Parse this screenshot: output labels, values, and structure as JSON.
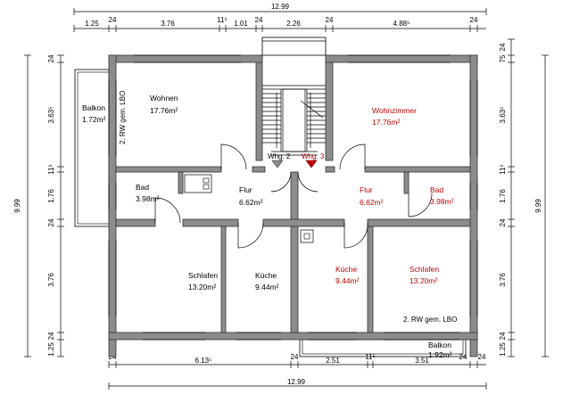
{
  "dimensions": {
    "top_total": "12.99",
    "bottom_total": "12.99",
    "top_segments": [
      "1.25",
      "24",
      "3.76",
      "11⁵",
      "1.01",
      "24",
      "2.26",
      "24",
      "4.88⁵",
      "24"
    ],
    "bottom_segments": [
      "24",
      "6.13⁵",
      "24",
      "2.51",
      "11⁵",
      "3.51",
      "24",
      "24"
    ],
    "left_total": "9.99",
    "right_total": "9.99",
    "left_segments": [
      "24",
      "3.63⁵",
      "11⁵",
      "1.76",
      "24",
      "3.76",
      "24",
      "1.25"
    ],
    "right_segments": [
      "24",
      "75",
      "3.63⁵",
      "11⁵",
      "1.76",
      "24",
      "3.76",
      "24",
      "1.25"
    ]
  },
  "rooms": {
    "balkon_left": {
      "name": "Balkon",
      "area": "1.72m²"
    },
    "wohnen": {
      "name": "Wohnen",
      "area": "17.76m²",
      "note": "2. RW gem. LBO"
    },
    "wohnzimmer": {
      "name": "Wohnzimmer",
      "area": "17.76m²"
    },
    "bad_left": {
      "name": "Bad",
      "area": "3.98m²"
    },
    "flur_left": {
      "name": "Flur",
      "area": "6.62m²"
    },
    "flur_right": {
      "name": "Flur",
      "area": "6,62m²"
    },
    "bad_right": {
      "name": "Bad",
      "area": "3.98m²"
    },
    "schlafen_left": {
      "name": "Schlafen",
      "area": "13.20m²"
    },
    "kueche_left": {
      "name": "Küche",
      "area": "9.44m²"
    },
    "kueche_right": {
      "name": "Küche",
      "area": "9.44m²"
    },
    "schlafen_right": {
      "name": "Schlafen",
      "area": "13.20m²",
      "note": "2. RW gem. LBO"
    },
    "balkon_bottom": {
      "name": "Balkon",
      "area": "1.92m²"
    }
  },
  "markers": {
    "whg2": "Whg. 2",
    "whg3": "Whg. 3"
  },
  "colors": {
    "wall": "#8c8c8c",
    "accent_red": "#c00000",
    "ink": "#000000"
  }
}
